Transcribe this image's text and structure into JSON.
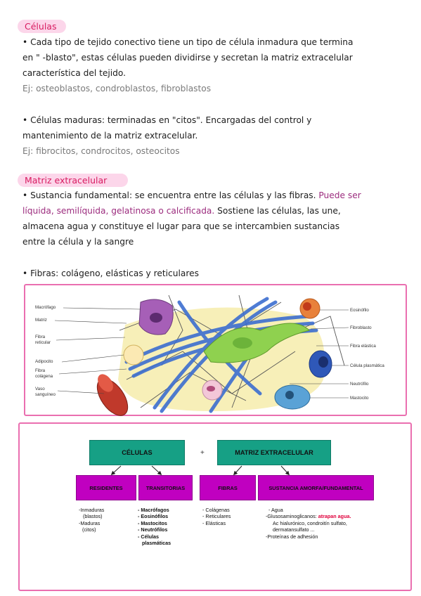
{
  "sections": {
    "celulas": {
      "title": "Células",
      "p1": [
        "• Cada tipo de tejido conectivo tiene un tipo de célula inmadura que termina",
        "en \" -blasto\", estas células pueden dividirse y secretan la matriz extracelular",
        "característica del tejido."
      ],
      "ex1": "Ej: osteoblastos, condroblastos, fibroblastos",
      "p2": [
        "• Células maduras: terminadas en \"citos\". Encargadas del control y",
        "mantenimiento de la matriz extracelular."
      ],
      "ex2": "Ej: fibrocitos, condrocitos, osteocitos"
    },
    "matriz": {
      "title": "Matriz extracelular",
      "l1a": "• Sustancia fundamental: se encuentra entre las células y las fibras. ",
      "l1b": "Puede ser",
      "l2a": "líquida, semilíquida, gelatinosa o calcificada.",
      "l2b": " Sostiene las células, las une,",
      "l3": "almacena agua y constituye el lugar para que se intercambien sustancias",
      "l4": "entre la célula y la sangre",
      "fibras": "• Fibras: colágeno, elásticas y reticulares"
    }
  },
  "figure": {
    "left_labels": [
      "Macrófago",
      "Matriz",
      "Fibra",
      "reticular",
      "Adipocito",
      "Fibra",
      "colágena",
      "Vaso",
      "sanguíneo"
    ],
    "right_labels": [
      "Eosinófilo",
      "Fibroblasto",
      "Fibra elástica",
      "Célula plasmática",
      "Neutrófilo",
      "Mastocito"
    ]
  },
  "diagram": {
    "top_left": "CÉLULAS",
    "plus": "+",
    "top_right": "MATRIZ EXTRACELULAR",
    "sub": [
      "RESIDENTES",
      "TRANSITORIAS",
      "FIBRAS",
      "SUSTANCIA AMORFA/FUNDAMENTAL"
    ],
    "residentes": [
      "-Inmaduras",
      "(blastos)",
      "-Maduras",
      "(citos)"
    ],
    "transitorias": [
      "-   Macrófagos",
      "-   Eosinófilos",
      "-   Mastocitos",
      "-   Neutrófilos",
      "-   Células",
      "plasmáticas"
    ],
    "fibras": [
      "- Colágenas",
      "- Reticulares",
      "- Elásticas"
    ],
    "sustancia": {
      "l1": "- Agua",
      "l2a": "-Glusosaminoglicanos: ",
      "l2b": "atrapan agua.",
      "l3": "Ac hialurónico, condroitín sulfato,",
      "l4": "dermatansulfato ...",
      "l5": "-Proteínas de adhesión"
    }
  },
  "colors": {
    "pill_bg": "#fcd6ea",
    "pill_text": "#d81b60",
    "accent": "#9c2c7e",
    "frame": "#ea6fb0",
    "green": "#16a085",
    "purple": "#c000c0"
  }
}
